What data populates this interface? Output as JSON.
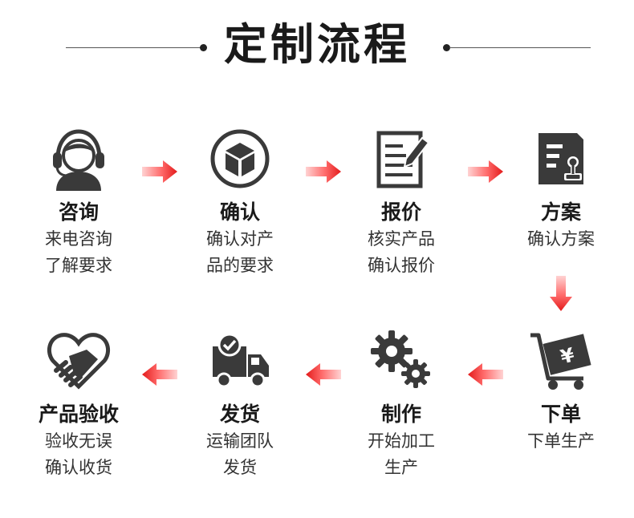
{
  "title": "定制流程",
  "colors": {
    "arrow_dark": "#e31b1b",
    "arrow_light": "#ffd0d0",
    "icon": "#3a3a3a"
  },
  "steps": [
    {
      "name": "咨询",
      "desc": [
        "来电咨询",
        "了解要求"
      ],
      "icon": "headset-support-icon"
    },
    {
      "name": "确认",
      "desc": [
        "确认对产",
        "品的要求"
      ],
      "icon": "box-icon"
    },
    {
      "name": "报价",
      "desc": [
        "核实产品",
        "确认报价"
      ],
      "icon": "document-edit-icon"
    },
    {
      "name": "方案",
      "desc": [
        "确认方案"
      ],
      "icon": "document-stamp-icon"
    },
    {
      "name": "下单",
      "desc": [
        "下单生产"
      ],
      "icon": "cart-invoice-icon"
    },
    {
      "name": "制作",
      "desc": [
        "开始加工",
        "生产"
      ],
      "icon": "gears-icon"
    },
    {
      "name": "发货",
      "desc": [
        "运输团队",
        "发货"
      ],
      "icon": "truck-check-icon"
    },
    {
      "name": "产品验收",
      "desc": [
        "验收无误",
        "确认收货"
      ],
      "icon": "heart-handshake-icon"
    }
  ]
}
